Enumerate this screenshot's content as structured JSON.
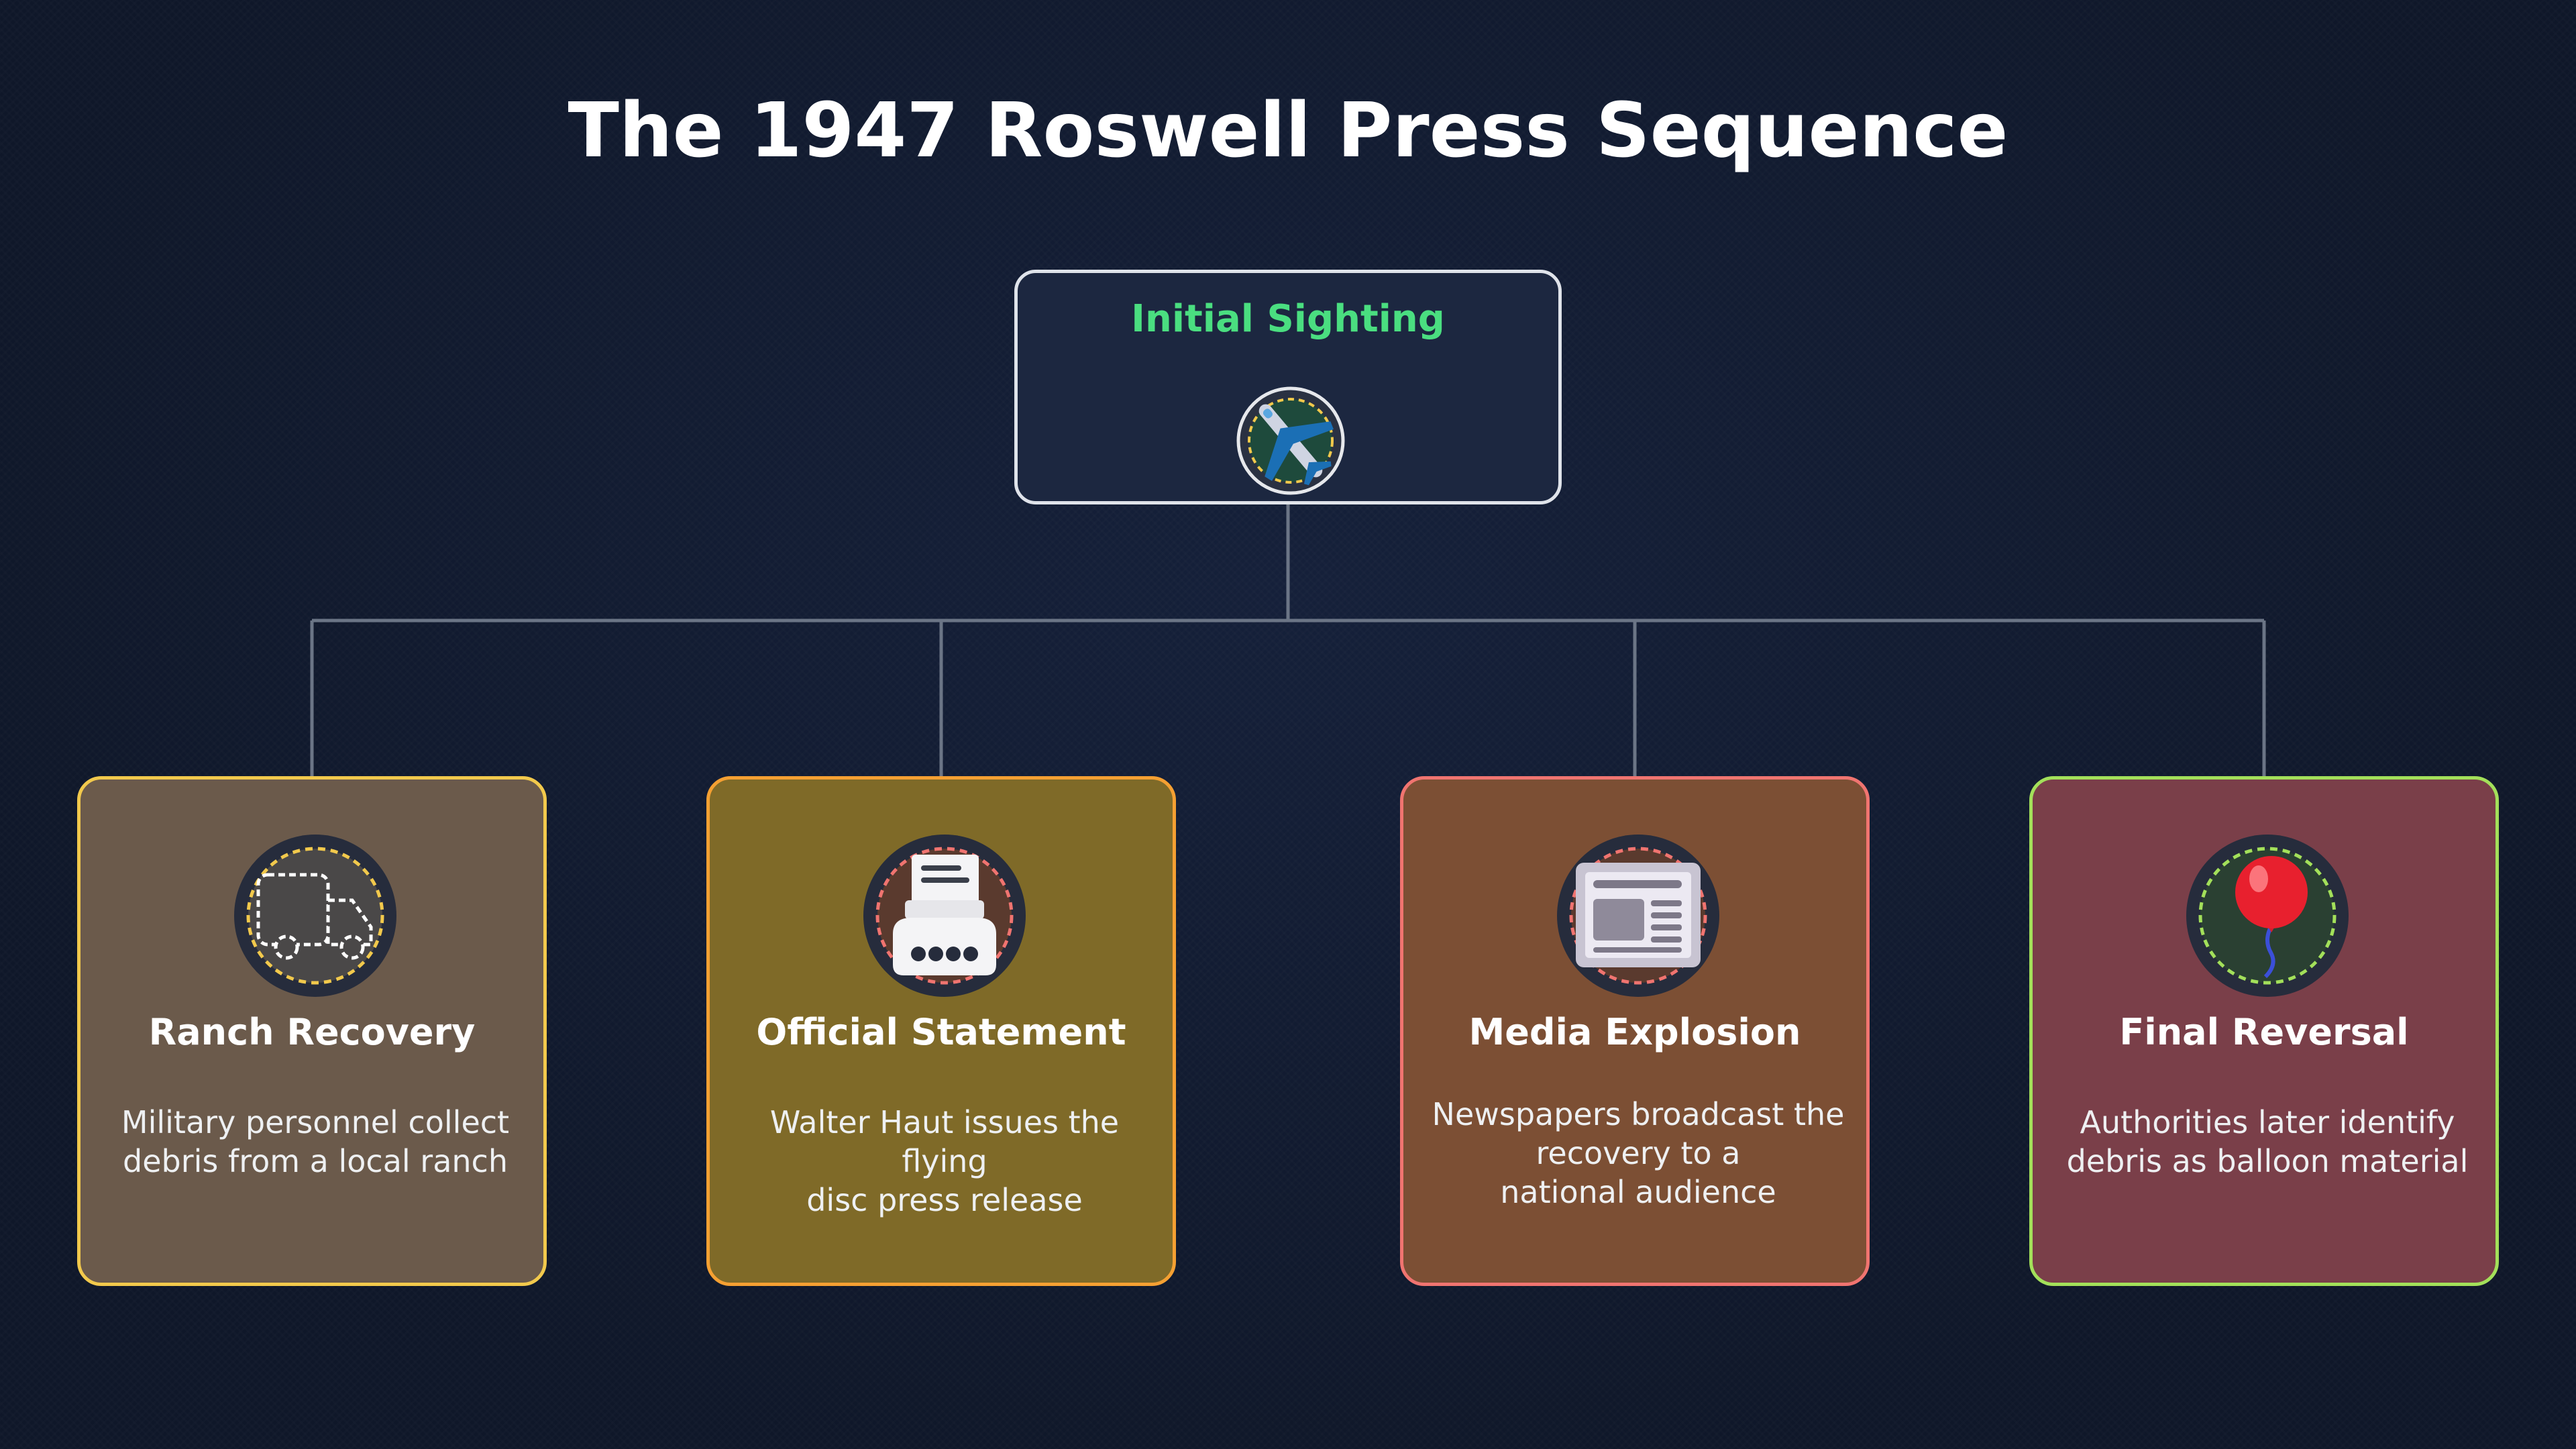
{
  "title": "The 1947 Roswell Press Sequence",
  "root": {
    "label": "Initial Sighting",
    "icon": "airplane-icon",
    "label_color": "#4ade80"
  },
  "steps": [
    {
      "title": "Ranch Recovery",
      "desc_lines": [
        "Military personnel collect",
        "debris from a local ranch"
      ],
      "icon": "truck-icon",
      "fill": "#6b5a4b",
      "border": "#f2c94c"
    },
    {
      "title": "Official Statement",
      "desc_lines": [
        "Walter Haut issues the flying",
        "disc press release"
      ],
      "icon": "typewriter-icon",
      "fill": "#7f6a28",
      "border": "#f5a032"
    },
    {
      "title": "Media Explosion",
      "desc_lines": [
        "Newspapers broadcast the",
        "recovery to a",
        "national audience"
      ],
      "icon": "newspaper-icon",
      "fill": "#7c4f34",
      "border": "#f07470"
    },
    {
      "title": "Final Reversal",
      "desc_lines": [
        "Authorities later identify",
        "debris as balloon material"
      ],
      "icon": "balloon-icon",
      "fill": "#7a3f49",
      "border": "#a3e05a"
    }
  ]
}
